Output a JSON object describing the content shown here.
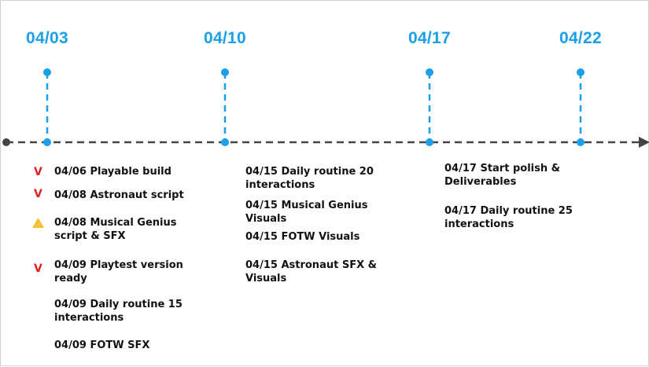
{
  "colors": {
    "accent": "#1aa0e8",
    "axis": "#444444",
    "check": "#e02020",
    "warning": "#f2c233"
  },
  "milestones": [
    {
      "label": "04/03"
    },
    {
      "label": "04/10"
    },
    {
      "label": "04/17"
    },
    {
      "label": "04/22"
    }
  ],
  "tasks": {
    "col1": [
      {
        "text": "04/06 Playable build",
        "status": "done",
        "status_mark": "V"
      },
      {
        "text": "04/08 Astronaut script",
        "status": "done",
        "status_mark": "V"
      },
      {
        "text": "04/08 Musical Genius script & SFX",
        "status": "warning",
        "status_icon": "warning-triangle-icon"
      },
      {
        "text": "04/09 Playtest version ready",
        "status": "done",
        "status_mark": "V"
      },
      {
        "text": "04/09 Daily routine 15 interactions",
        "status": "none"
      },
      {
        "text": "04/09 FOTW SFX",
        "status": "none"
      }
    ],
    "col2": [
      {
        "text": "04/15 Daily routine 20 interactions"
      },
      {
        "text": "04/15 Musical Genius Visuals"
      },
      {
        "text": "04/15 FOTW Visuals"
      },
      {
        "text": "04/15 Astronaut SFX & Visuals"
      }
    ],
    "col3": [
      {
        "text": "04/17 Start polish & Deliverables"
      },
      {
        "text": "04/17 Daily routine 25 interactions"
      }
    ]
  }
}
